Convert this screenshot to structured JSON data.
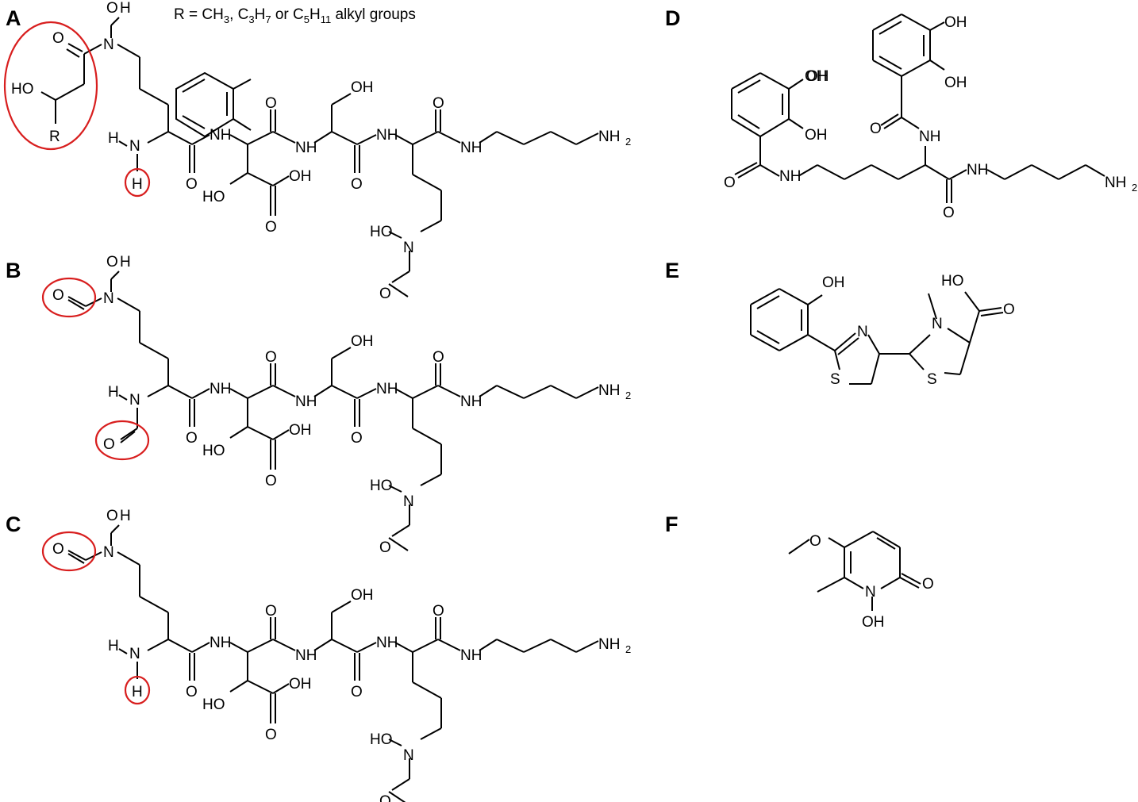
{
  "note": {
    "prefix": "R = CH",
    "s1": "3",
    "mid1": ", C",
    "s2": "3",
    "mid2": "H",
    "s3": "7",
    "mid3": " or C",
    "s4": "5",
    "mid4": "H",
    "s5": "11",
    "suffix": " alkyl groups"
  },
  "panels": {
    "A": "A",
    "B": "B",
    "C": "C",
    "D": "D",
    "E": "E",
    "F": "F"
  },
  "atoms": {
    "OH": "OH",
    "HO": "HO",
    "O": "O",
    "N": "N",
    "H": "H",
    "S": "S",
    "R": "R",
    "HN": "H",
    "NH": "NH",
    "NH2": "NH",
    "two": "2",
    "HO_": "HO",
    "HOslash": "HO"
  },
  "colors": {
    "bond": "#000000",
    "highlight": "#d81e1e"
  }
}
